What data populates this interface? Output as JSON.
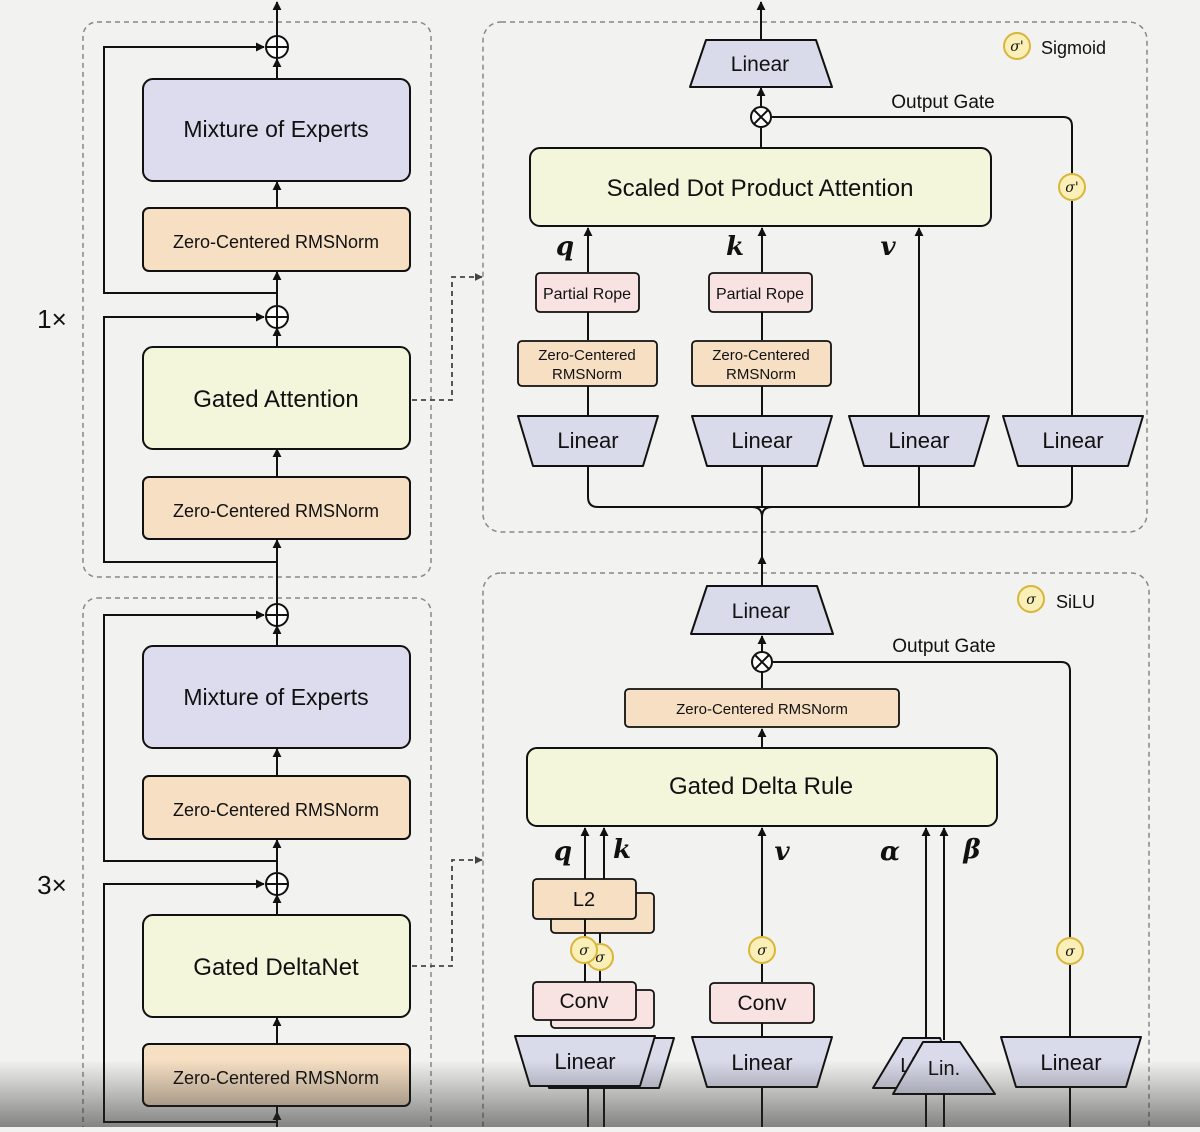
{
  "colors": {
    "panel_bg": "#f2f2f0",
    "moe_fill": "#dcdcee",
    "norm_fill": "#f6dfc3",
    "attn_fill": "#f4f6dc",
    "rope_fill": "#f8e2e2",
    "linear_fill": "#d9dbeb",
    "sigma_fill": "#fbefb8",
    "sigma_stroke": "#d9b53a",
    "line": "#111111",
    "dash": "#777777"
  },
  "left_stack": {
    "top_block": {
      "repeat_label": "1×",
      "moe_label": "Mixture of Experts",
      "norm_moe_label": "Zero-Centered RMSNorm",
      "main_label": "Gated Attention",
      "norm_main_label": "Zero-Centered RMSNorm"
    },
    "bottom_block": {
      "repeat_label": "3×",
      "moe_label": "Mixture of Experts",
      "norm_moe_label": "Zero-Centered RMSNorm",
      "main_label": "Gated DeltaNet",
      "norm_main_label": "Zero-Centered RMSNorm"
    }
  },
  "attention_panel": {
    "legend_symbol": "σ'",
    "legend_label": "Sigmoid",
    "linear_out": "Linear",
    "output_gate": "Output Gate",
    "sdpa": "Scaled Dot Product Attention",
    "q": "q",
    "k": "k",
    "v": "v",
    "rope_q": "Partial Rope",
    "rope_k": "Partial Rope",
    "norm_q": [
      "Zero-Centered",
      "RMSNorm"
    ],
    "norm_k": [
      "Zero-Centered",
      "RMSNorm"
    ],
    "gate_symbol": "σ'",
    "linears": [
      "Linear",
      "Linear",
      "Linear",
      "Linear"
    ]
  },
  "deltanet_panel": {
    "legend_symbol": "σ",
    "legend_label": "SiLU",
    "linear_out": "Linear",
    "output_gate": "Output Gate",
    "norm": "Zero-Centered RMSNorm",
    "rule": "Gated Delta Rule",
    "q": "q",
    "k": "k",
    "v": "v",
    "alpha": "α",
    "beta": "β",
    "l2": "L2",
    "sigma": "σ",
    "conv_qk": "Conv",
    "conv_v": "Conv",
    "linear_qk": "Linear",
    "linear_v": "Linear",
    "linear_ab_back": "Li",
    "linear_ab_front": "Lin.",
    "linear_gate": "Linear"
  }
}
